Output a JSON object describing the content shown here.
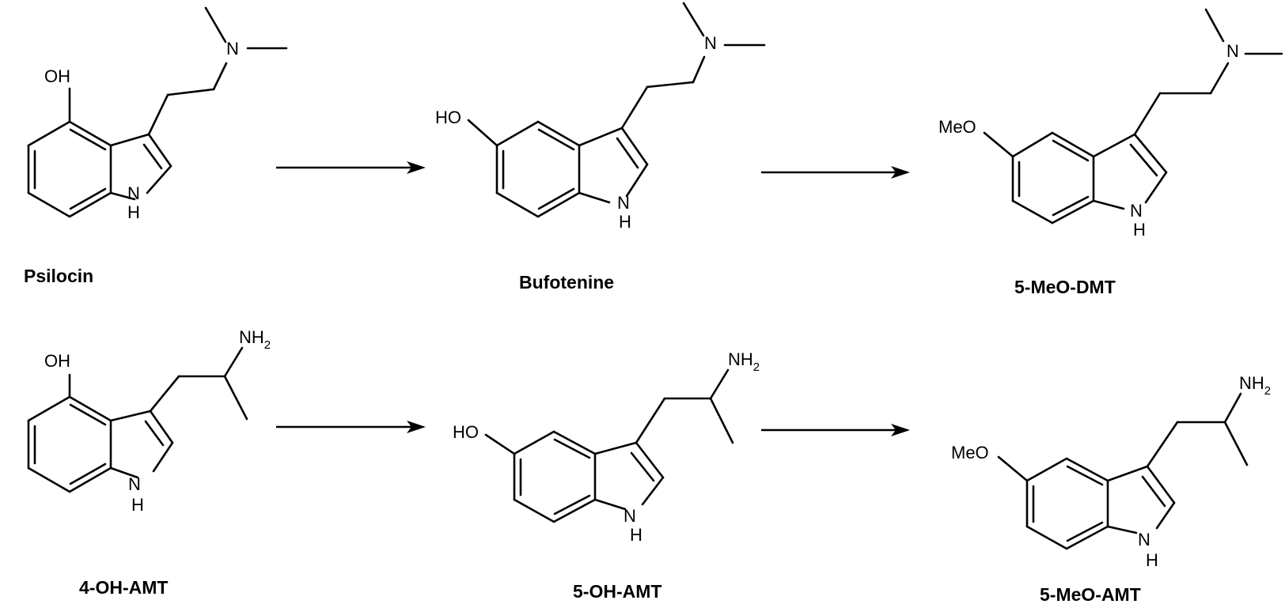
{
  "molecules": [
    {
      "name": "Psilocin",
      "substituent": "OH",
      "chain": "dimethylamino",
      "nh": "H",
      "n": "N"
    },
    {
      "name": "Bufotenine",
      "substituent": "HO",
      "chain": "dimethylamino",
      "nh": "H",
      "n": "N"
    },
    {
      "name": "5-MeO-DMT",
      "substituent": "MeO",
      "chain": "dimethylamino",
      "nh": "H",
      "n": "N"
    },
    {
      "name": "4-OH-AMT",
      "substituent": "OH",
      "chain": "alpha-methyl-amine",
      "nh": "H",
      "n": "N"
    },
    {
      "name": "5-OH-AMT",
      "substituent": "HO",
      "chain": "alpha-methyl-amine",
      "nh": "H",
      "n": "N"
    },
    {
      "name": "5-MeO-AMT",
      "substituent": "MeO",
      "chain": "alpha-methyl-amine",
      "nh": "H",
      "n": "N"
    }
  ],
  "amine_label": "NH",
  "amine_subscript": "2",
  "dimethyl_n_label": "N"
}
